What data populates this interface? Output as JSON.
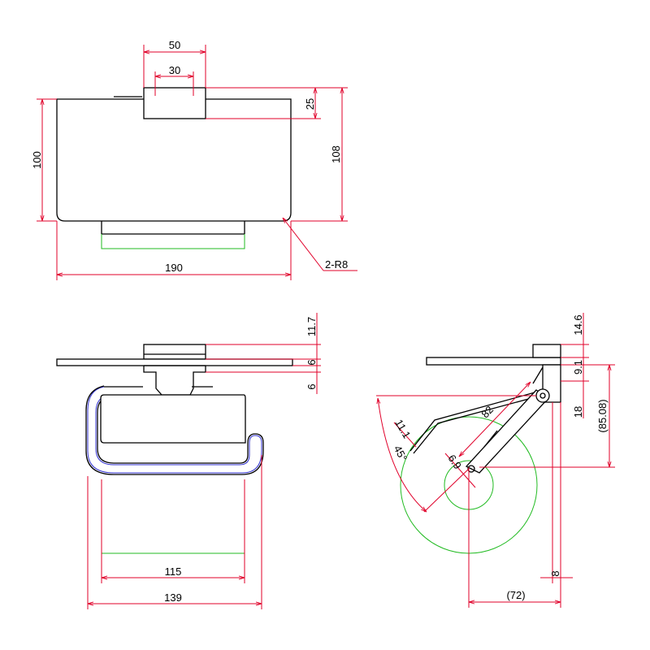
{
  "colors": {
    "outline": "#000000",
    "dimension": "#e0002a",
    "paper_roll": "#22bb22",
    "wire": "#3030d0",
    "background": "#ffffff"
  },
  "top_view": {
    "width_label": "190",
    "height_label": "100",
    "overall_height_label": "108",
    "mount_width_label": "50",
    "mount_inner_width_label": "30",
    "mount_height_label": "25",
    "radius_label": "2-R8"
  },
  "front_view": {
    "plate_thickness_label": "11.7",
    "gap_label_1": "6",
    "gap_label_2": "6",
    "roll_width_label": "115",
    "overall_width_label": "139"
  },
  "side_view": {
    "top_label": "14.6",
    "mid_label": "9.1",
    "lower_label": "18",
    "overall_depth_label": "(85.08)",
    "arm_label": "82",
    "pin_label": "6.9",
    "tip_label": "11.1",
    "angle_label": "45°",
    "wall_offset_label": "8",
    "roll_offset_label": "(72)"
  }
}
